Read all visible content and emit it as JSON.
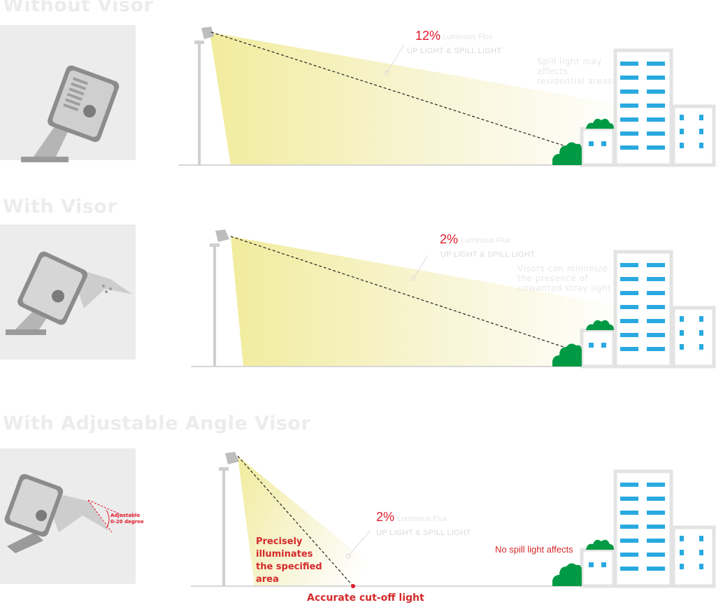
{
  "sections": [
    {
      "title": "Without Visor",
      "percent": "12%",
      "flux_label": "Luminous Flux",
      "spill_label": "UP LIGHT & SPILL LIGHT",
      "note_lines": [
        "Spill light may",
        "affects",
        "residential areas"
      ]
    },
    {
      "title": "With Visor",
      "percent": "2%",
      "flux_label": "Luminous Flux",
      "spill_label": "UP LIGHT & SPILL LIGHT",
      "note_lines": [
        "Visors can minimize",
        "the presence of",
        "unwanted stray light"
      ]
    },
    {
      "title": "With Adjustable Angle Visor",
      "percent": "2%",
      "flux_label": "Luminous Flux",
      "spill_label": "UP LIGHT & SPILL LIGHT",
      "note_lines": [
        "No spill light affects"
      ],
      "area_lines": [
        "Precisely",
        "illuminates",
        "the specified",
        "area"
      ],
      "cutoff_label": "Accurate cut-off light",
      "visor_adjust_lines": [
        "Adjustable",
        "0-20 degree"
      ]
    }
  ],
  "colors": {
    "title_gray": "#ececec",
    "accent_red": "#e11b2b",
    "building_blue": "#29a9e0",
    "bush_green": "#009a44",
    "light_beam": "#f3eea6"
  }
}
